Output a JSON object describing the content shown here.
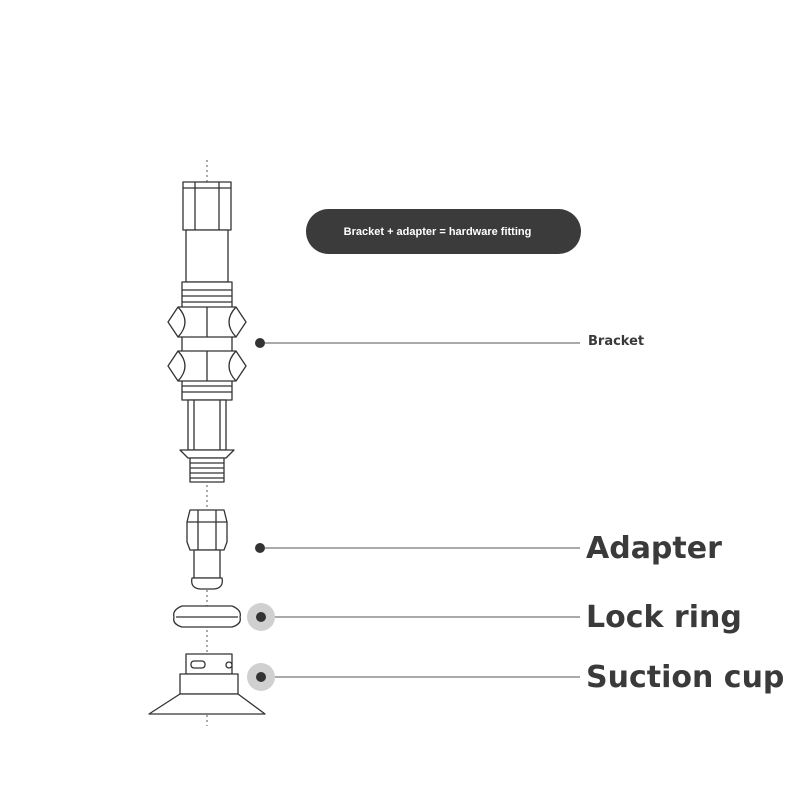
{
  "note": {
    "text": "Bracket + adapter = hardware fitting"
  },
  "callouts": [
    {
      "id": "bracket",
      "label": "Bracket"
    },
    {
      "id": "adapter",
      "label": "Adapter"
    },
    {
      "id": "lock-ring",
      "label": "Lock ring"
    },
    {
      "id": "suction-cup",
      "label": "Suction cup"
    }
  ],
  "colors": {
    "line": "#555555",
    "text": "#3a3a3a",
    "badge_bg": "#3b3b3b",
    "badge_text": "#ffffff",
    "halo": "#d0d0d0",
    "dot": "#333333"
  }
}
